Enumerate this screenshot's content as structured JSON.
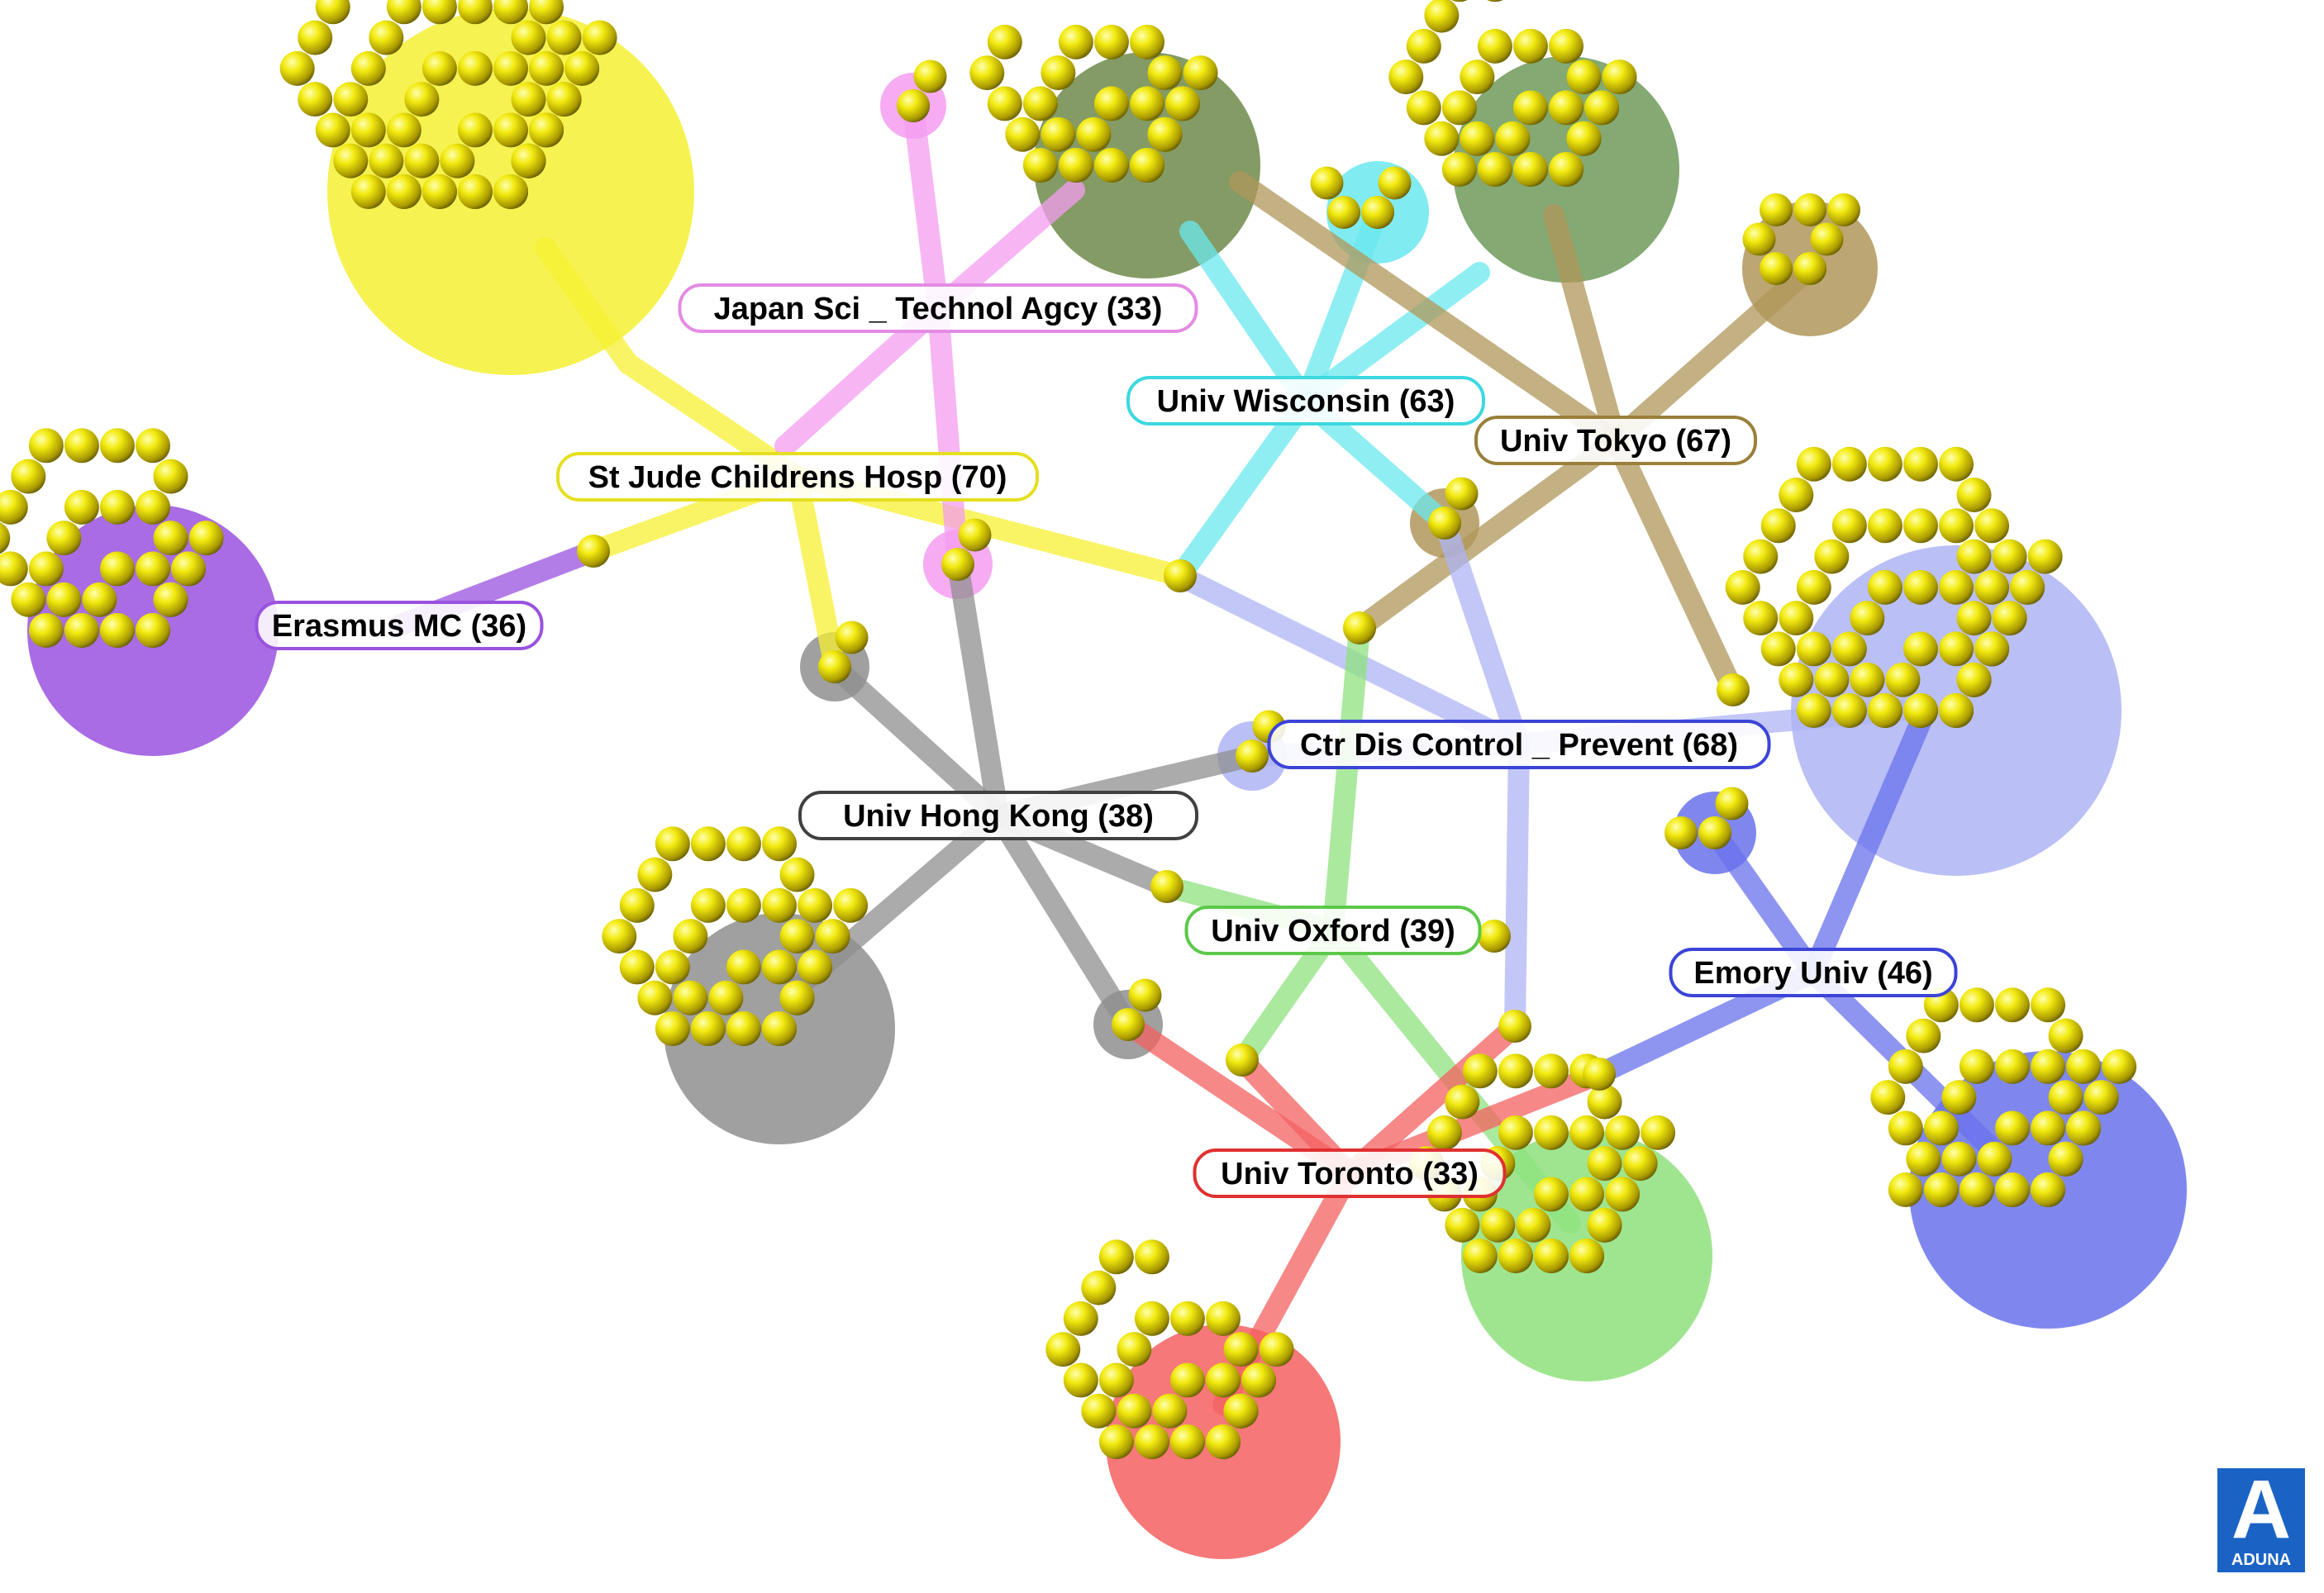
{
  "diagram": {
    "type": "cluster-map",
    "sphere_color": "#d8d000",
    "institutions": [
      {
        "key": "stjude",
        "label": "St Jude Childrens Hosp (70)",
        "color": "#f5f032"
      },
      {
        "key": "japan",
        "label": "Japan Sci _ Technol Agcy (33)",
        "color": "#f49cf0"
      },
      {
        "key": "wisc",
        "label": "Univ Wisconsin (63)",
        "color": "#6ae8ee"
      },
      {
        "key": "tokyo",
        "label": "Univ Tokyo (67)",
        "color": "#b0975a"
      },
      {
        "key": "erasmus",
        "label": "Erasmus MC (36)",
        "color": "#9a52df"
      },
      {
        "key": "cdc",
        "label": "Ctr Dis Control _ Prevent (68)",
        "color": "#aeb4f4"
      },
      {
        "key": "hk",
        "label": "Univ Hong Kong (38)",
        "color": "#8f8f8f"
      },
      {
        "key": "oxford",
        "label": "Univ Oxford (39)",
        "color": "#8ee17d"
      },
      {
        "key": "emory",
        "label": "Emory Univ (46)",
        "color": "#6872ec"
      },
      {
        "key": "toronto",
        "label": "Univ Toronto (33)",
        "color": "#f46060"
      }
    ]
  },
  "logo": {
    "letter": "A",
    "name": "ADUNA",
    "color": "#1a63c5"
  }
}
